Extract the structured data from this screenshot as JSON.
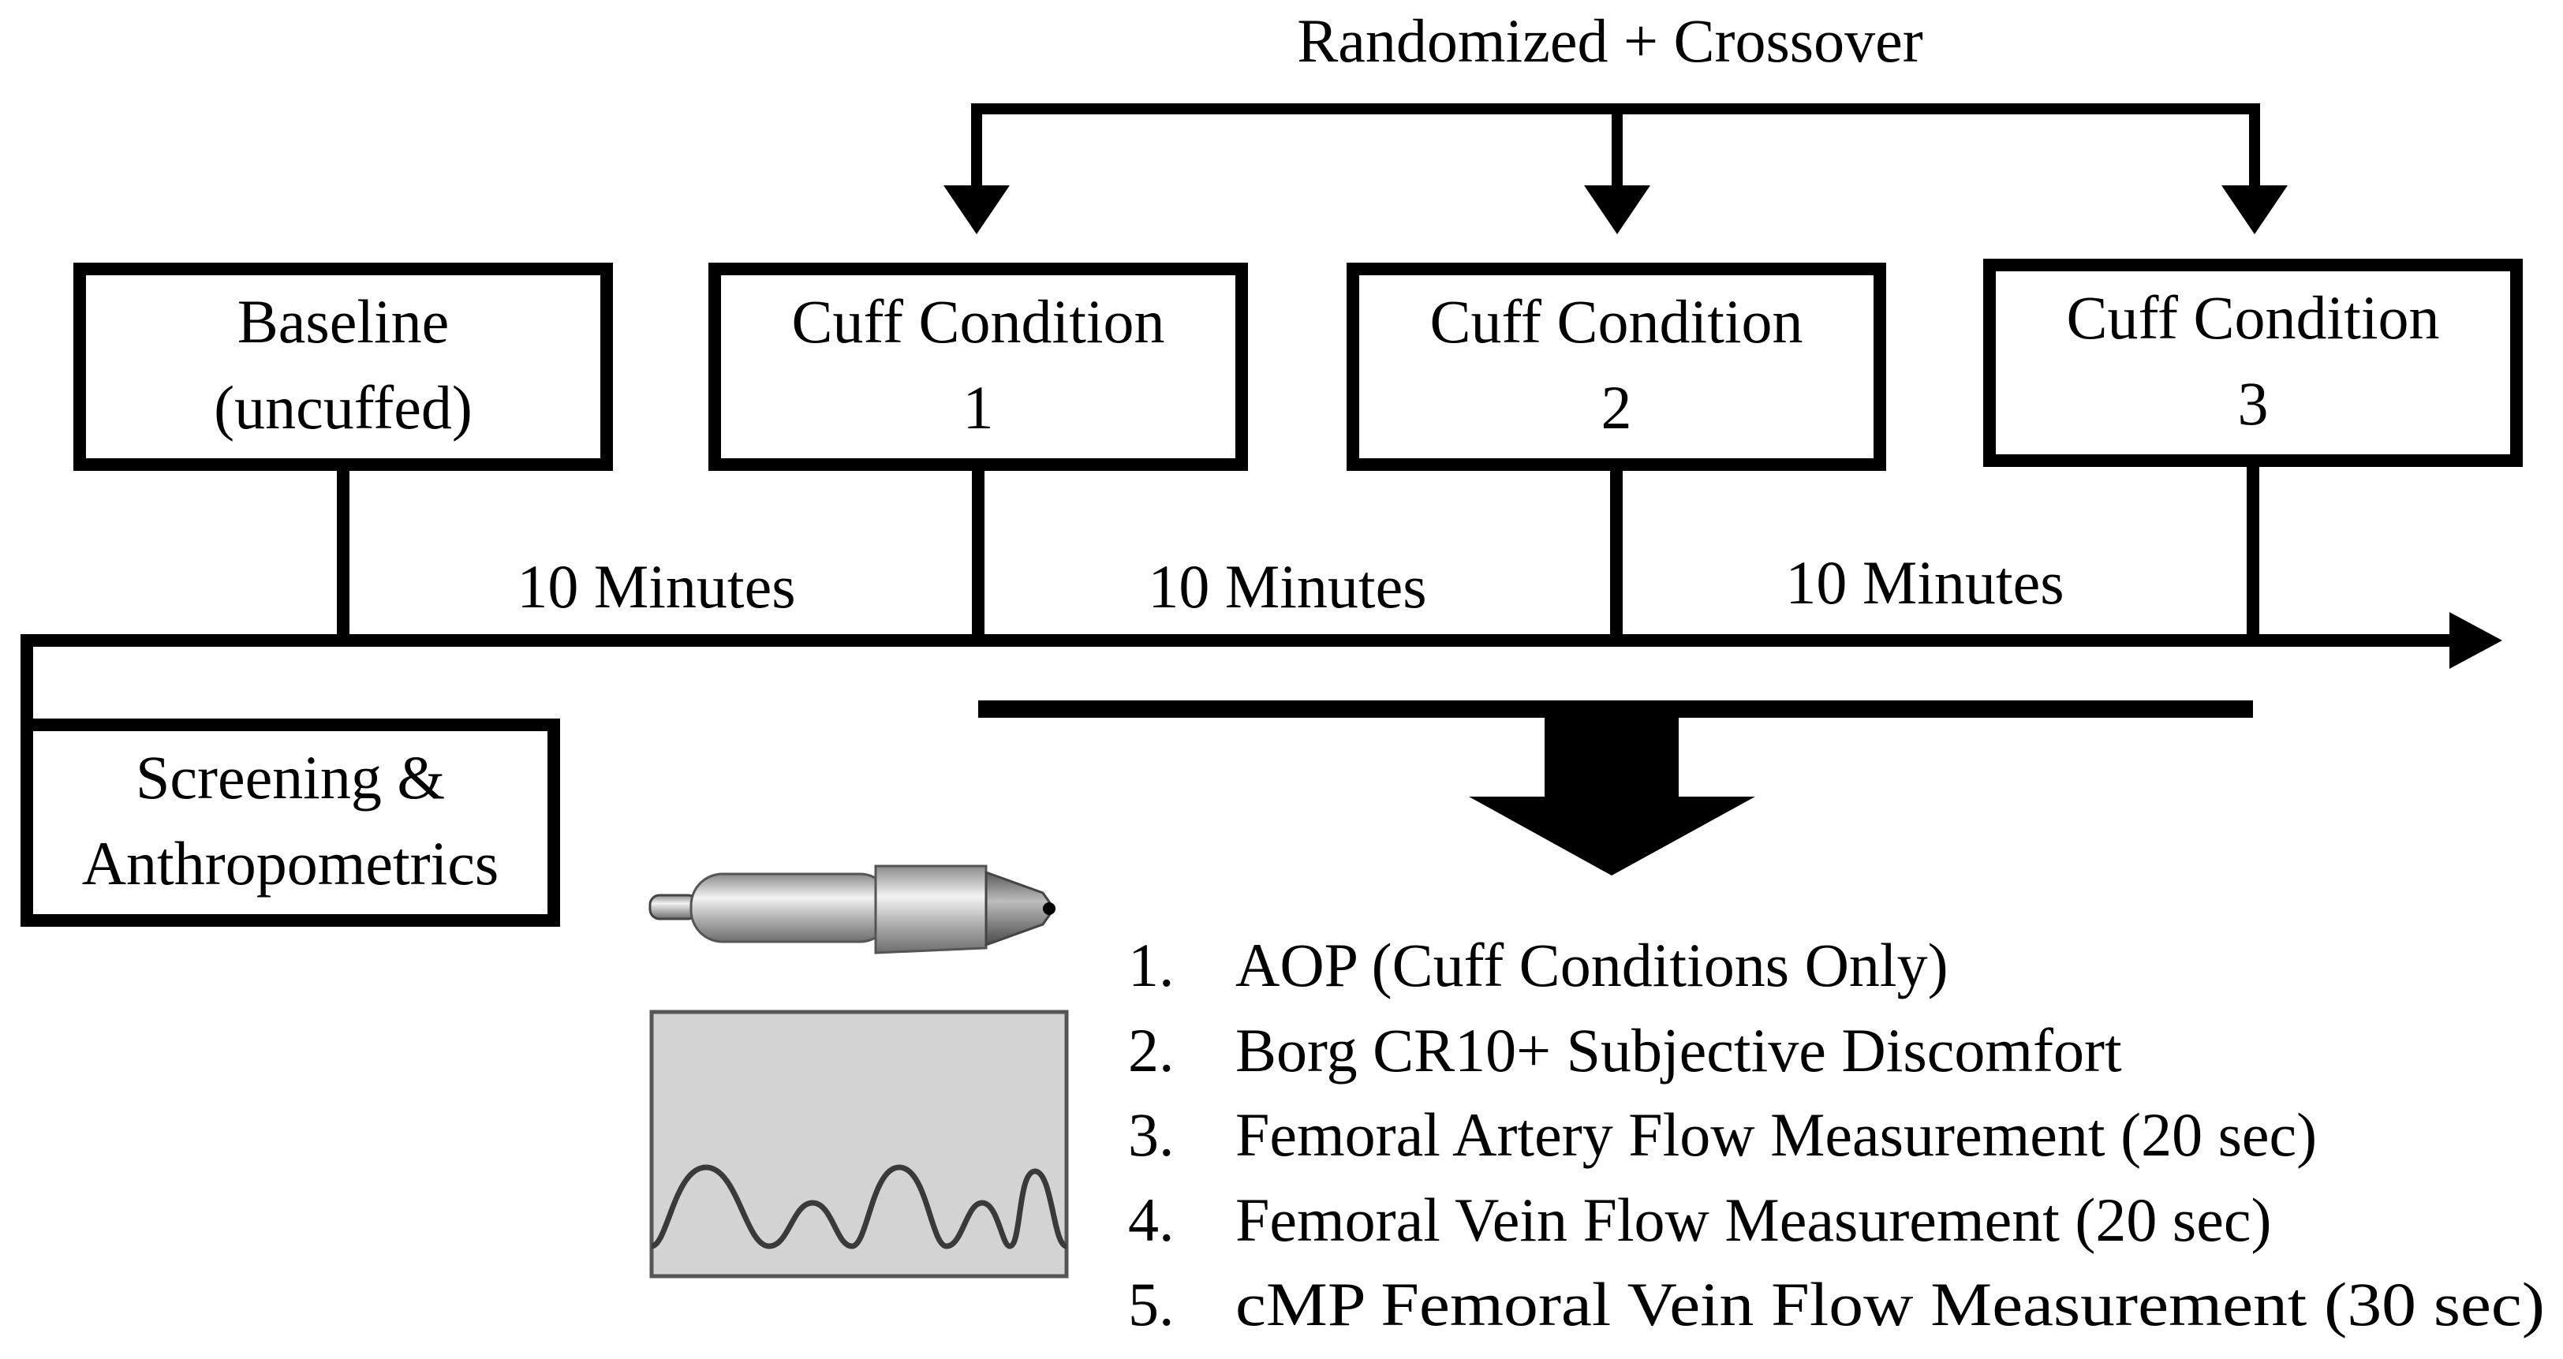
{
  "header": {
    "randomization_label": "Randomized + Crossover"
  },
  "boxes": {
    "baseline": {
      "line1": "Baseline",
      "line2": "(uncuffed)"
    },
    "cuff1": {
      "line1": "Cuff Condition",
      "line2": "1"
    },
    "cuff2": {
      "line1": "Cuff Condition",
      "line2": "2"
    },
    "cuff3": {
      "line1": "Cuff Condition",
      "line2": "3"
    },
    "screening": {
      "line1": "Screening &",
      "line2": "Anthropometrics"
    }
  },
  "intervals": [
    {
      "label": "10 Minutes"
    },
    {
      "label": "10 Minutes"
    },
    {
      "label": "10 Minutes"
    }
  ],
  "measurements": [
    {
      "number": "1.",
      "text": "AOP (Cuff Conditions Only)"
    },
    {
      "number": "2.",
      "text": "Borg CR10+ Subjective Discomfort"
    },
    {
      "number": "3.",
      "text": "Femoral Artery Flow Measurement (20 sec)"
    },
    {
      "number": "4.",
      "text": "Femoral Vein Flow Measurement (20 sec)"
    },
    {
      "number": "5.",
      "text": "cMP Femoral Vein Flow Measurement (30 sec)"
    }
  ],
  "icons": {
    "probe": "ultrasound-probe-icon",
    "waveform": "doppler-waveform-icon"
  },
  "colors": {
    "ink": "#000000",
    "screen": "#d3d3d3",
    "wave": "#3a3a3a"
  }
}
